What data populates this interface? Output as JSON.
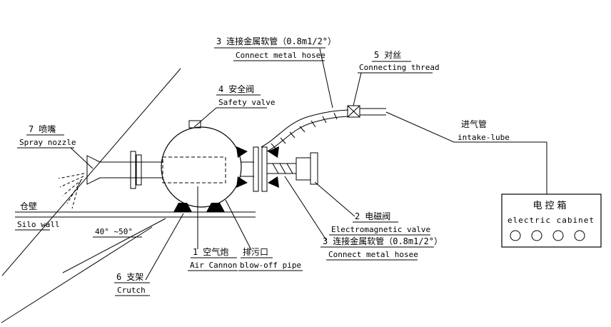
{
  "diagram": {
    "title": "air cannon installation drawing",
    "colors": {
      "line": "#000000",
      "background": "#ffffff"
    },
    "labels": {
      "hose_top": {
        "num": "3",
        "zh": "连接金属软管（0.8m1/2°）",
        "en": "Connect metal hosee"
      },
      "connecting_thread": {
        "num": "5",
        "zh": "对丝",
        "en": "Connecting thread"
      },
      "safety_valve": {
        "num": "4",
        "zh": "安全阀",
        "en": "Safety valve"
      },
      "spray_nozzle": {
        "num": "7",
        "zh": "喷嘴",
        "en": "Spray nozzle"
      },
      "intake_tube": {
        "zh": "进气管",
        "en": "intake-lube"
      },
      "silo_wall": {
        "zh": "仓壁",
        "en": "Silo wall"
      },
      "mount_angle": {
        "text": "40° ~50°"
      },
      "solenoid_valve": {
        "num": "2",
        "zh": "电磁阀",
        "en": "Electromagnetic valve"
      },
      "hose_bottom": {
        "num": "3",
        "zh": "连接金属软管（0.8m1/2°）",
        "en": "Connect metal hosee"
      },
      "air_cannon": {
        "num": "1",
        "zh": "空气炮",
        "en": "Air Cannon"
      },
      "blow_off": {
        "zh": "排污口",
        "en": "blow-off pipe"
      },
      "crutch": {
        "num": "6",
        "zh": "支架",
        "en": "Crutch"
      },
      "cabinet": {
        "zh": "电控箱",
        "en": "electric cabinet"
      }
    }
  }
}
